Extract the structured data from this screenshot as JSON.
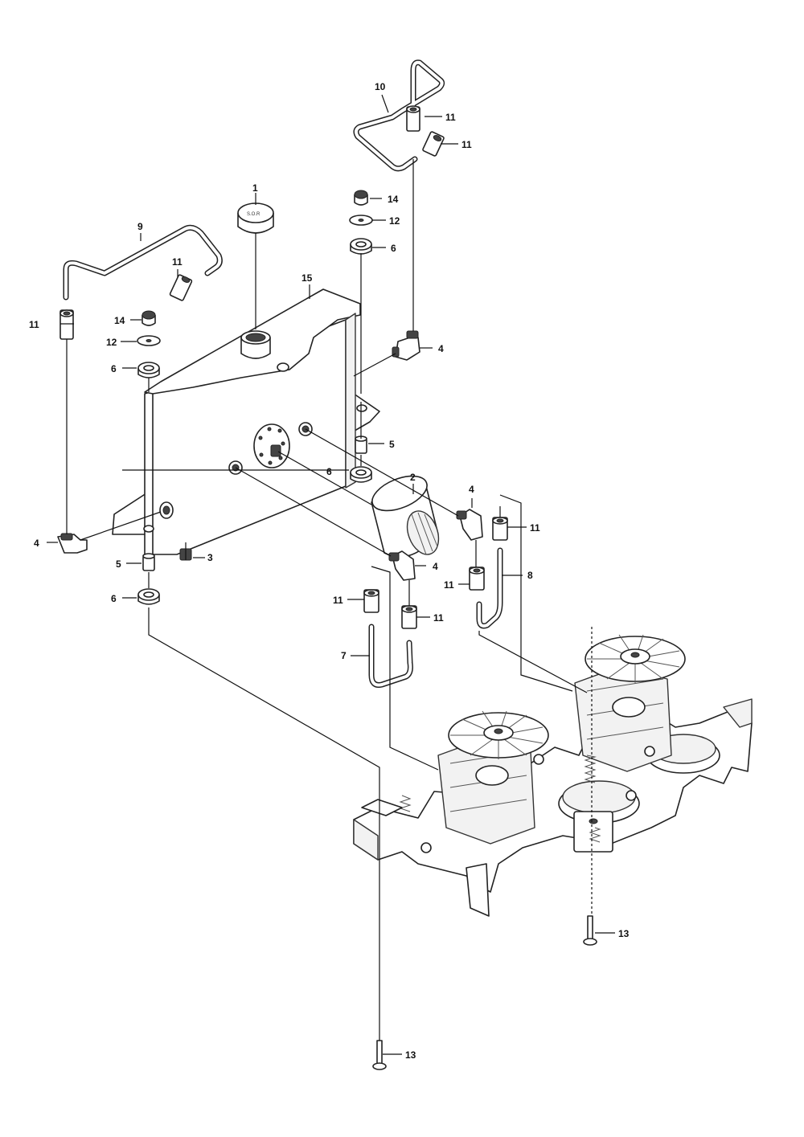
{
  "callouts": [
    {
      "id": "c1",
      "label": "1"
    },
    {
      "id": "c2",
      "label": "2"
    },
    {
      "id": "c3",
      "label": "3"
    },
    {
      "id": "c4a",
      "label": "4"
    },
    {
      "id": "c4b",
      "label": "4"
    },
    {
      "id": "c4c",
      "label": "4"
    },
    {
      "id": "c4d",
      "label": "4"
    },
    {
      "id": "c5a",
      "label": "5"
    },
    {
      "id": "c5b",
      "label": "5"
    },
    {
      "id": "c6a",
      "label": "6"
    },
    {
      "id": "c6b",
      "label": "6"
    },
    {
      "id": "c6c",
      "label": "6"
    },
    {
      "id": "c6d",
      "label": "6"
    },
    {
      "id": "c7",
      "label": "7"
    },
    {
      "id": "c8",
      "label": "8"
    },
    {
      "id": "c9",
      "label": "9"
    },
    {
      "id": "c10",
      "label": "10"
    },
    {
      "id": "c11a",
      "label": "11"
    },
    {
      "id": "c11b",
      "label": "11"
    },
    {
      "id": "c11c",
      "label": "11"
    },
    {
      "id": "c11d",
      "label": "11"
    },
    {
      "id": "c11e",
      "label": "11"
    },
    {
      "id": "c11f",
      "label": "11"
    },
    {
      "id": "c11g",
      "label": "11"
    },
    {
      "id": "c11h",
      "label": "11"
    },
    {
      "id": "c12a",
      "label": "12"
    },
    {
      "id": "c12b",
      "label": "12"
    },
    {
      "id": "c13a",
      "label": "13"
    },
    {
      "id": "c13b",
      "label": "13"
    },
    {
      "id": "c14a",
      "label": "14"
    },
    {
      "id": "c14b",
      "label": "14"
    },
    {
      "id": "c15",
      "label": "15"
    }
  ],
  "icons": {
    "cap_marking": "S.O.R"
  }
}
